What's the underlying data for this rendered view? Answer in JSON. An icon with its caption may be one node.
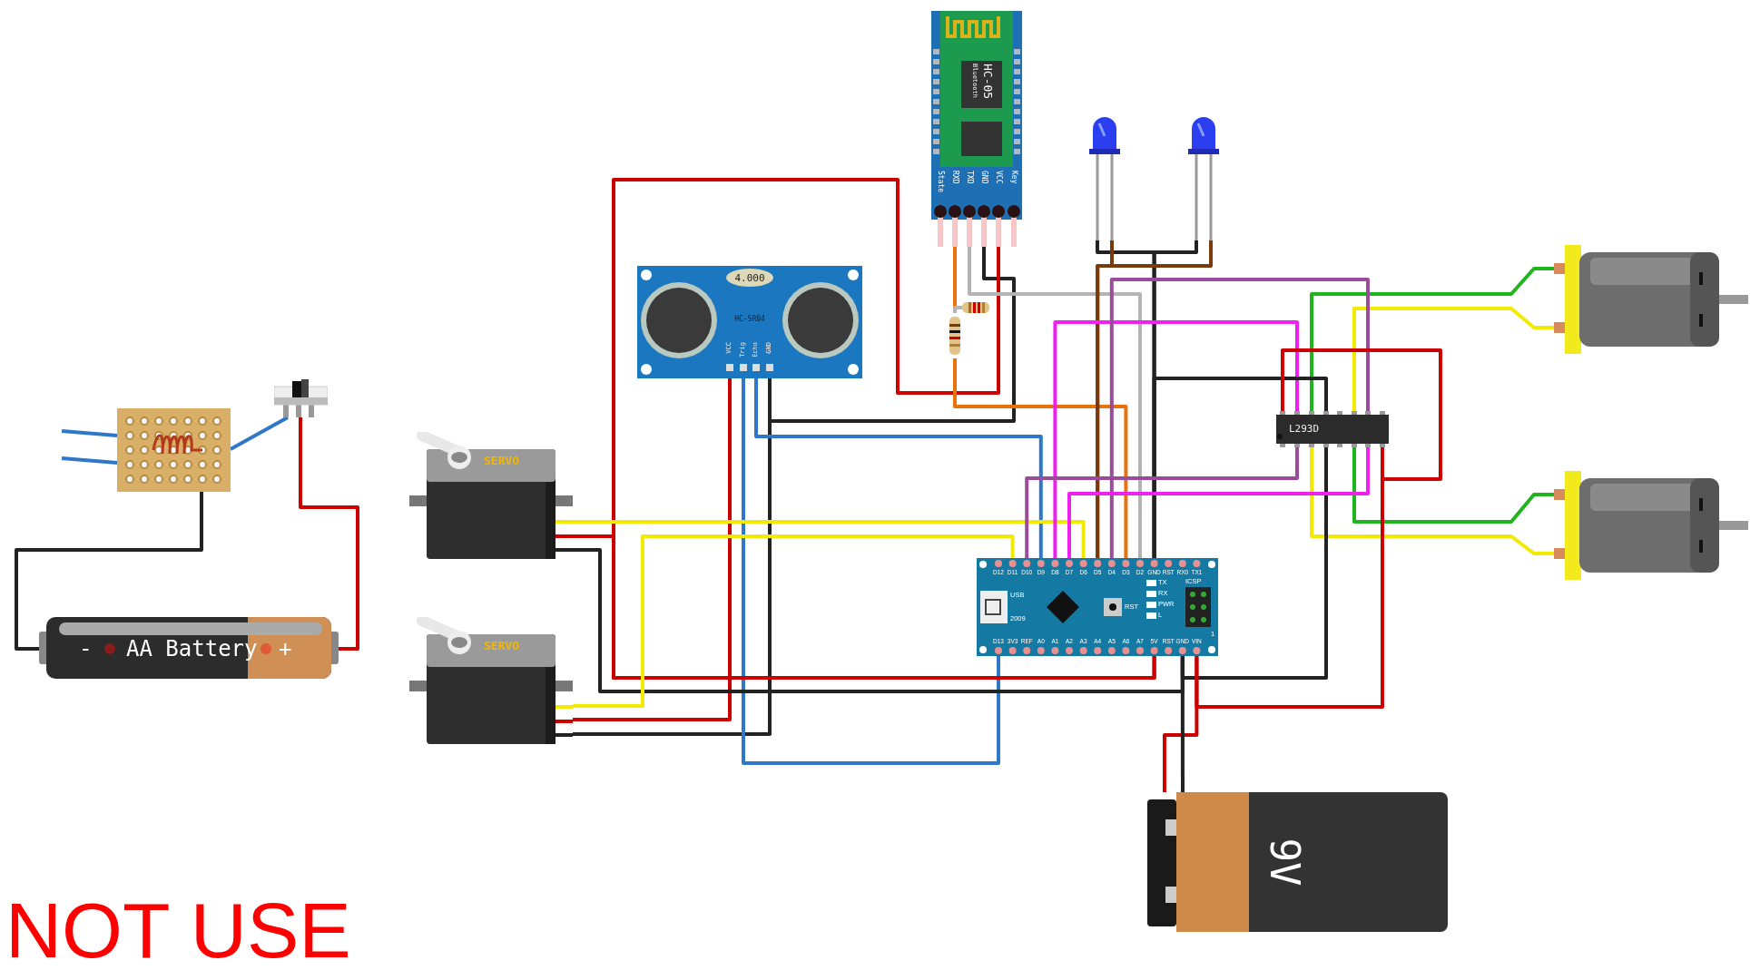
{
  "diagram": {
    "nodes": [
      {
        "text": [
          "HC-05",
          "Bluetooth",
          "State",
          "RXD",
          "TXD",
          "GND",
          "VCC",
          "Key"
        ]
      },
      {
        "text": [],
        "shape": "led"
      },
      {
        "text": [],
        "shape": "led"
      },
      {
        "text": [
          "4.000",
          "HC-SR04",
          "VCC",
          "Trig",
          "Echo",
          "GND"
        ]
      },
      {
        "text": [],
        "shape": "resistor"
      },
      {
        "text": [],
        "shape": "resistor"
      },
      {
        "text": [],
        "shape": "board"
      },
      {
        "text": [],
        "shape": "switch"
      },
      {
        "text": [
          "SERVO"
        ]
      },
      {
        "text": [
          "SERVO"
        ]
      },
      {
        "text": [
          "-",
          "AA Battery",
          "+"
        ]
      },
      {
        "text": [
          "D12",
          "D11",
          "D10",
          "D9",
          "D8",
          "D7",
          "D6",
          "D5",
          "D4",
          "D3",
          "D2",
          "GND",
          "RST",
          "RX0",
          "TX1",
          "D13",
          "3V3",
          "REF",
          "A0",
          "A1",
          "A2",
          "A3",
          "A4",
          "A5",
          "A6",
          "A7",
          "5V",
          "RST",
          "GND",
          "VIN",
          "TX",
          "RX",
          "PWR",
          "L",
          "RST",
          "USB",
          "2009",
          "ICSP",
          "1"
        ]
      },
      {
        "text": [
          "L293D"
        ]
      },
      {
        "text": [],
        "shape": "motor"
      },
      {
        "text": [],
        "shape": "motor"
      },
      {
        "text": [
          "9V"
        ]
      }
    ],
    "edges": [
      {
        "from": null,
        "to": 6,
        "arrow": "none",
        "color": "#2f78c9"
      },
      {
        "from": null,
        "to": 6,
        "arrow": "none",
        "color": "#2f78c9"
      },
      {
        "from": 6,
        "to": 7,
        "arrow": "none",
        "color": "#2f78c9"
      },
      {
        "from": 7,
        "to": 10,
        "arrow": "none",
        "color": "#cc0000"
      },
      {
        "from": 6,
        "to": 10,
        "arrow": "none",
        "color": "#222222"
      },
      {
        "from": 0,
        "to": 3,
        "arrow": "none",
        "color": "#222222"
      },
      {
        "from": 0,
        "to": 11,
        "arrow": "none",
        "color": "#cc0000"
      },
      {
        "from": 0,
        "to": 11,
        "arrow": "none",
        "color": "#b4b4b4"
      },
      {
        "from": 0,
        "to": 5,
        "arrow": "none",
        "color": "#e8730c"
      },
      {
        "from": 5,
        "to": 11,
        "arrow": "none",
        "color": "#e8730c"
      },
      {
        "from": 4,
        "to": 5,
        "arrow": "none",
        "color": "#b4b4b4"
      },
      {
        "from": 1,
        "to": 11,
        "arrow": "none",
        "color": "#222222"
      },
      {
        "from": 2,
        "to": 11,
        "arrow": "none",
        "color": "#222222"
      },
      {
        "from": 1,
        "to": 11,
        "arrow": "none",
        "color": "#7b3a0c"
      },
      {
        "from": 2,
        "to": 11,
        "arrow": "none",
        "color": "#7b3a0c"
      },
      {
        "from": 3,
        "to": 9,
        "arrow": "none",
        "color": "#cc0000"
      },
      {
        "from": 3,
        "to": 9,
        "arrow": "none",
        "color": "#222222"
      },
      {
        "from": 3,
        "to": 11,
        "arrow": "none",
        "color": "#2f78c9"
      },
      {
        "from": 3,
        "to": 11,
        "arrow": "none",
        "color": "#2f78c9"
      },
      {
        "from": 8,
        "to": 11,
        "arrow": "none",
        "color": "#f2ea00"
      },
      {
        "from": 8,
        "to": 11,
        "arrow": "none",
        "color": "#cc0000"
      },
      {
        "from": 8,
        "to": 11,
        "arrow": "none",
        "color": "#222222"
      },
      {
        "from": 9,
        "to": 11,
        "arrow": "none",
        "color": "#f2ea00"
      },
      {
        "from": 12,
        "to": 11,
        "arrow": "none",
        "color": "#f020f0"
      },
      {
        "from": 12,
        "to": 13,
        "arrow": "none",
        "color": "#1fb51f"
      },
      {
        "from": 12,
        "to": 11,
        "arrow": "none",
        "color": "#222222"
      },
      {
        "from": 12,
        "to": 13,
        "arrow": "none",
        "color": "#f2ea00"
      },
      {
        "from": 12,
        "to": 11,
        "arrow": "none",
        "color": "#9a4c9a"
      },
      {
        "from": 12,
        "to": 12,
        "arrow": "none",
        "color": "#cc0000"
      },
      {
        "from": 12,
        "to": 11,
        "arrow": "none",
        "color": "#9a4c9a"
      },
      {
        "from": 12,
        "to": 14,
        "arrow": "none",
        "color": "#f2ea00"
      },
      {
        "from": 12,
        "to": 11,
        "arrow": "none",
        "color": "#222222"
      },
      {
        "from": 12,
        "to": 14,
        "arrow": "none",
        "color": "#1fb51f"
      },
      {
        "from": 12,
        "to": 11,
        "arrow": "none",
        "color": "#f020f0"
      },
      {
        "from": 12,
        "to": 11,
        "arrow": "none",
        "color": "#cc0000"
      },
      {
        "from": 15,
        "to": 11,
        "arrow": "none",
        "color": "#cc0000"
      },
      {
        "from": 15,
        "to": 11,
        "arrow": "none",
        "color": "#222222"
      }
    ],
    "labels": [
      "NOT USE"
    ]
  }
}
